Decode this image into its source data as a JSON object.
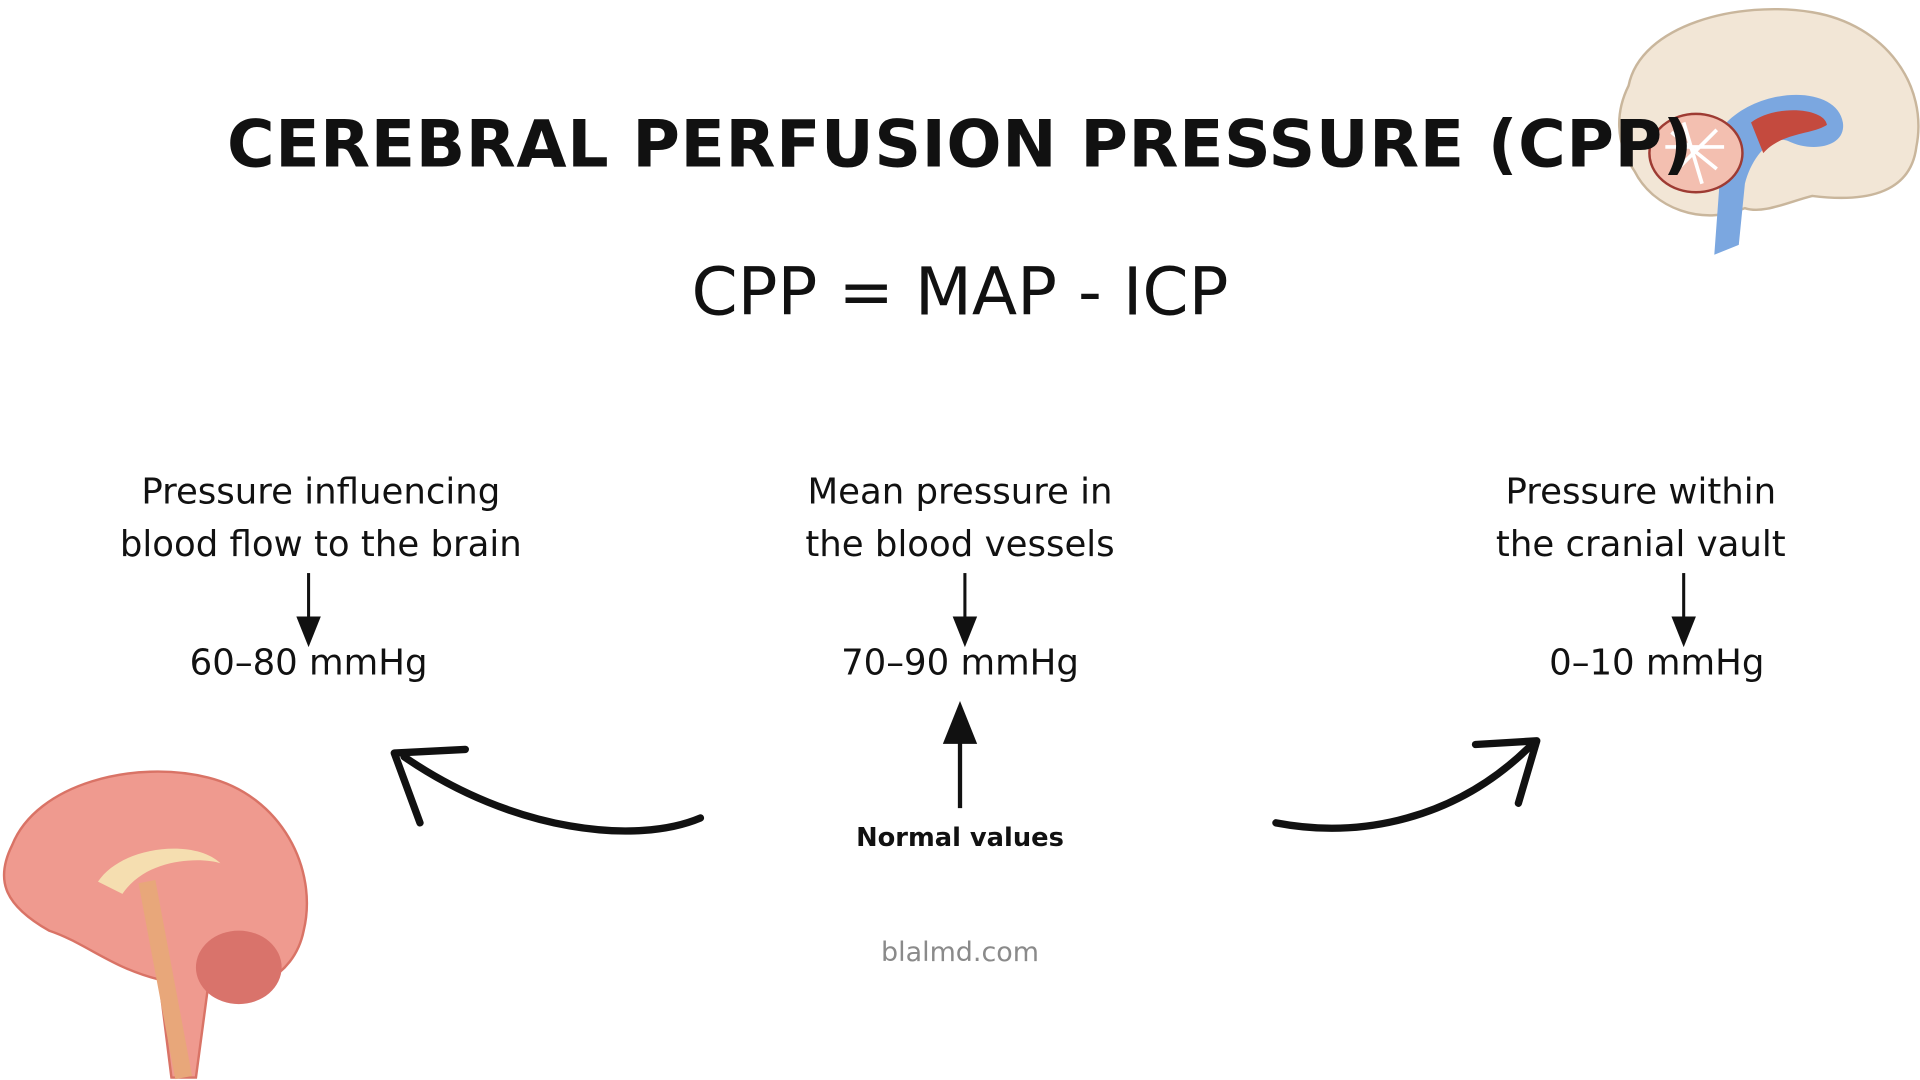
{
  "title": "CEREBRAL PERFUSION PRESSURE (CPP)",
  "formula": "CPP = MAP - ICP",
  "columns": [
    {
      "line1": "Pressure influencing",
      "line2": "blood flow to the brain",
      "value": "60–80 mmHg"
    },
    {
      "line1": "Mean pressure in",
      "line2": "the blood vessels",
      "value": "70–90 mmHg"
    },
    {
      "line1": "Pressure within",
      "line2": "the cranial vault",
      "value": "0–10 mmHg"
    }
  ],
  "normal_label": "Normal values",
  "footer": "blalmd.com",
  "icons": [
    "brain-sagittal-illustration",
    "brain-pink-illustration",
    "arrow-down-icon",
    "arrow-up-icon",
    "curved-arrow-icon"
  ]
}
